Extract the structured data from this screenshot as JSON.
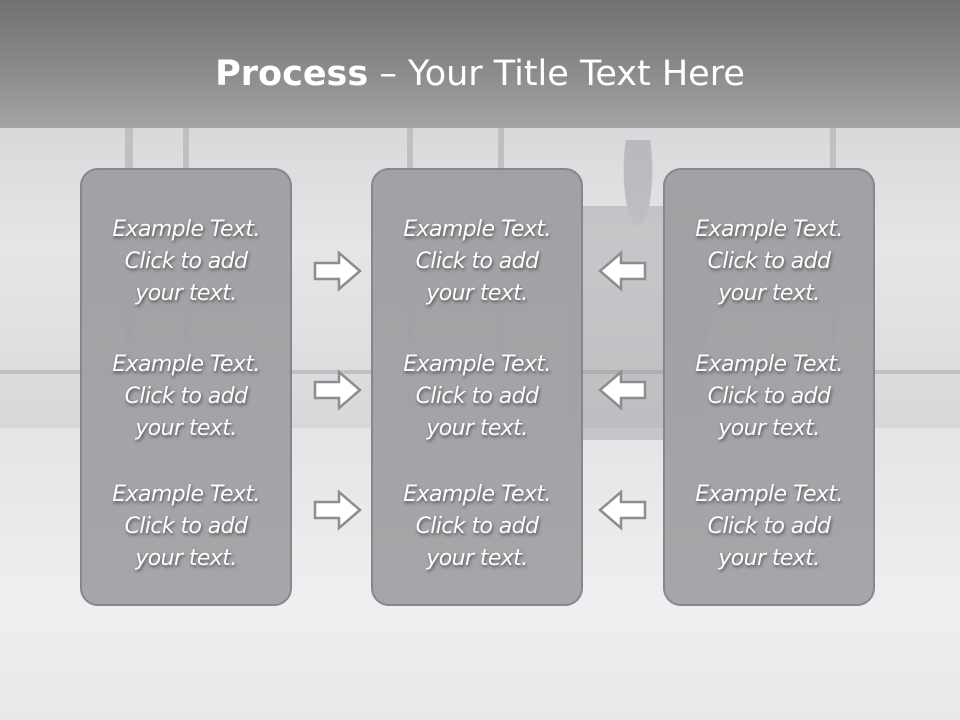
{
  "slide": {
    "title_bold": "Process",
    "title_rest": " – Your Title Text Here"
  },
  "columns": [
    {
      "items": [
        {
          "line1": "Example Text.",
          "line2": "Click  to add",
          "line3": "your text."
        },
        {
          "line1": "Example Text.",
          "line2": "Click  to add",
          "line3": "your text."
        },
        {
          "line1": "Example Text.",
          "line2": "Click  to add",
          "line3": "your text."
        }
      ]
    },
    {
      "items": [
        {
          "line1": "Example Text.",
          "line2": "Click  to add",
          "line3": "your text."
        },
        {
          "line1": "Example Text.",
          "line2": "Click  to add",
          "line3": "your text."
        },
        {
          "line1": "Example Text.",
          "line2": "Click  to add",
          "line3": "your text."
        }
      ]
    },
    {
      "items": [
        {
          "line1": "Example Text.",
          "line2": "Click  to add",
          "line3": "your text."
        },
        {
          "line1": "Example Text.",
          "line2": "Click  to add",
          "line3": "your text."
        },
        {
          "line1": "Example Text.",
          "line2": "Click  to add",
          "line3": "your text."
        }
      ]
    }
  ],
  "arrows": {
    "left_to_middle": "right-arrow-icon",
    "right_to_middle": "left-arrow-icon"
  },
  "colors": {
    "title_bar": "#7b7c7e",
    "box_fill": "#a1a2a5",
    "box_border": "#838487",
    "text": "#ffffff"
  }
}
